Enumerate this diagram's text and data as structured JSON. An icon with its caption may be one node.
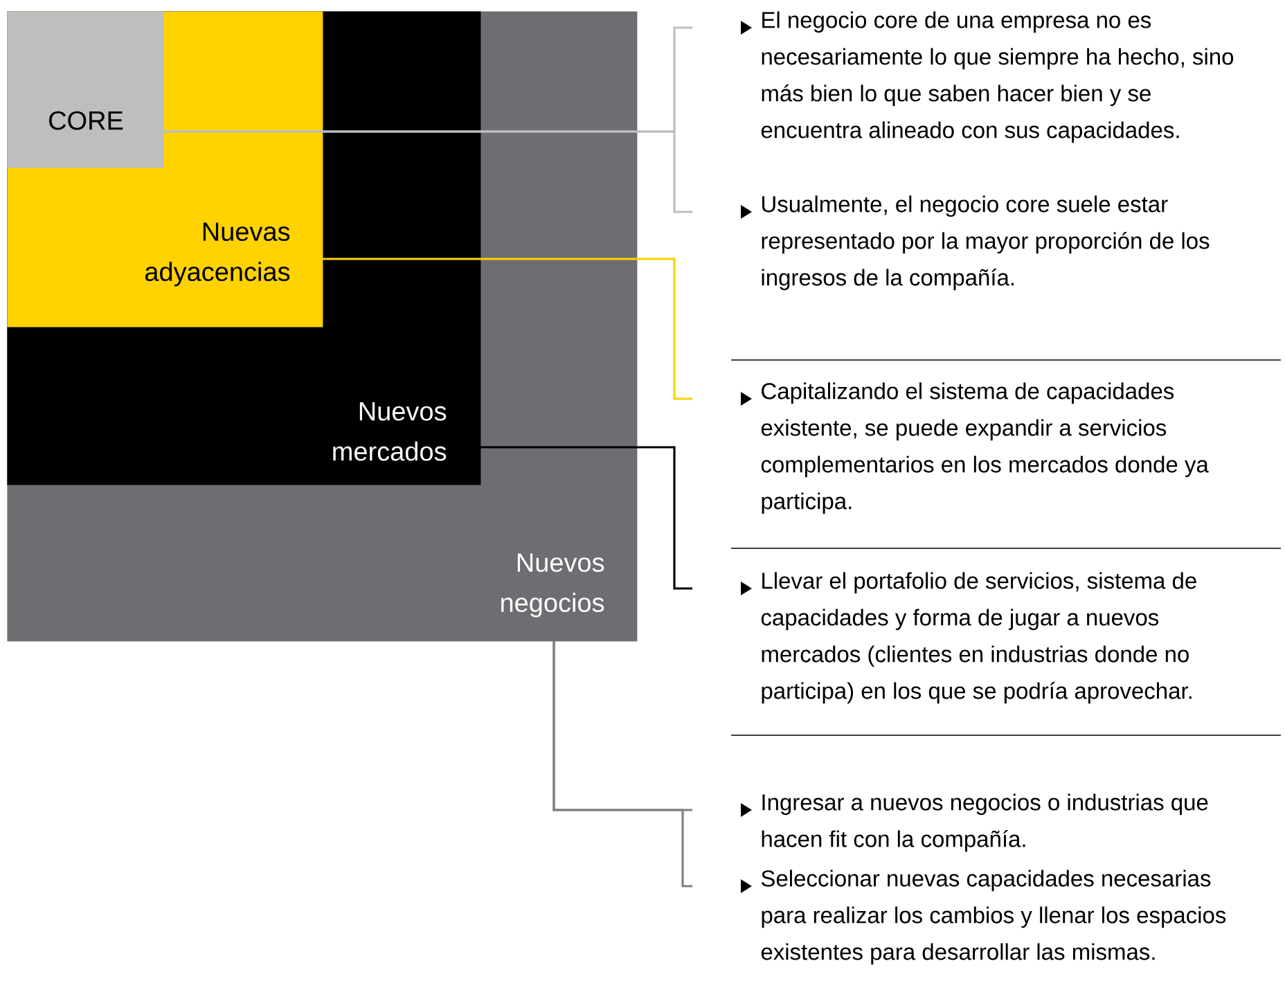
{
  "diagram": {
    "nodes": [
      {
        "text": [
          "Nuevos negocios"
        ]
      },
      {
        "text": [
          "Nuevos mercados"
        ],
        "in": 0
      },
      {
        "text": [
          "Nuevas adyacencias"
        ],
        "in": 1
      },
      {
        "text": [
          "CORE"
        ],
        "in": 2
      },
      {
        "text": [
          "El negocio core de una empresa no es necesariamente lo que siempre ha hecho, sino más bien lo que saben hacer bien y se encuentra alineado con sus capacidades."
        ]
      },
      {
        "text": [
          "Usualmente, el negocio core suele estar representado por la mayor proporción de los ingresos de la compañía."
        ]
      },
      {
        "text": [
          "Capitalizando el sistema de capacidades existente, se puede expandir a servicios complementarios en los mercados donde ya participa."
        ]
      },
      {
        "text": [
          "Llevar el portafolio de servicios, sistema de capacidades y forma de jugar a nuevos mercados (clientes en industrias donde no participa) en los que se podría aprovechar."
        ]
      },
      {
        "text": [
          "Ingresar a nuevos negocios o industrias que hacen fit con la compañía."
        ]
      },
      {
        "text": [
          "Seleccionar nuevas capacidades necesarias para realizar los cambios y llenar los espacios existentes para desarrollar las mismas."
        ]
      }
    ],
    "edges": [
      {
        "from": 3,
        "to": 4,
        "arrow": "none",
        "color": "#bcbec0"
      },
      {
        "from": 3,
        "to": 5,
        "arrow": "none",
        "color": "#bcbec0"
      },
      {
        "from": 2,
        "to": 6,
        "arrow": "none",
        "color": "#ffd200"
      },
      {
        "from": 1,
        "to": 7,
        "arrow": "none",
        "color": "#000000"
      },
      {
        "from": 0,
        "to": 8,
        "arrow": "none",
        "color": "#808080"
      },
      {
        "from": 0,
        "to": 9,
        "arrow": "none",
        "color": "#808080"
      }
    ]
  }
}
